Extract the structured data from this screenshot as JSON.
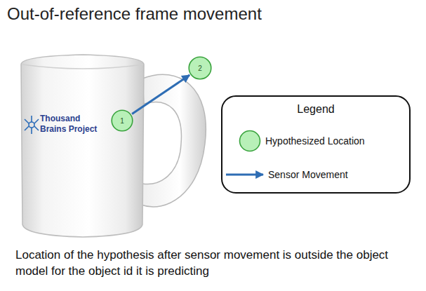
{
  "diagram": {
    "title": "Out-of-reference frame movement",
    "caption": "Location of the hypothesis after sensor movement is outside the object model for the object id it is predicting",
    "nodes": [
      {
        "text": [
          "1"
        ]
      },
      {
        "text": [
          "2"
        ]
      }
    ],
    "edges": [
      {
        "from": 0,
        "to": 1,
        "arrow": "to"
      }
    ],
    "labels": [
      "Thousand Brains Project",
      "Legend"
    ],
    "legend": [
      {
        "text": "Hypothesized Location",
        "color": "#b8f0b8"
      },
      {
        "text": "Sensor Movement"
      }
    ]
  }
}
